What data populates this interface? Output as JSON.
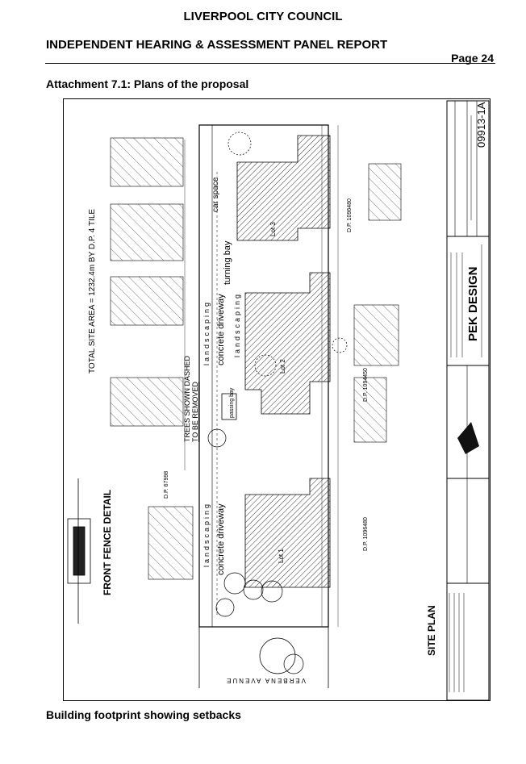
{
  "header": {
    "council": "LIVERPOOL CITY COUNCIL",
    "report": "INDEPENDENT HEARING & ASSESSMENT PANEL REPORT",
    "page": "Page 24"
  },
  "attachment_title": "Attachment 7.1: Plans of the proposal",
  "caption": "Building footprint showing setbacks",
  "plan": {
    "site_area": "TOTAL SITE AREA = 1232.4m  BY D.P. 4 TILE",
    "site_plan": "SITE PLAN",
    "front_fence": "FRONT FENCE DETAIL",
    "trees_note_1": "TREES SHOWN DASHED",
    "trees_note_2": "TO BE REMOVED",
    "car_space": "car space",
    "turning_bay": "turning bay",
    "driveway_1": "concrete driveway",
    "driveway_2": "concrete driveway",
    "landscaping_1": "landscaping",
    "landscaping_2": "landscaping",
    "landscaping_3": "landscaping",
    "passing_bay": "passing bay",
    "lot_1": "Lot 1",
    "lot_2": "Lot 2",
    "lot_3": "Lot 3",
    "dp_top": "D.P. 1096480",
    "dp_middle": "D.P. 1094450",
    "dp_bottom": "D.P. 1096480",
    "dp_left": "D.P. 67998",
    "street": "VERBENA AVENUE",
    "firm": "PEK DESIGN",
    "drawing_no": "09913-1A"
  }
}
